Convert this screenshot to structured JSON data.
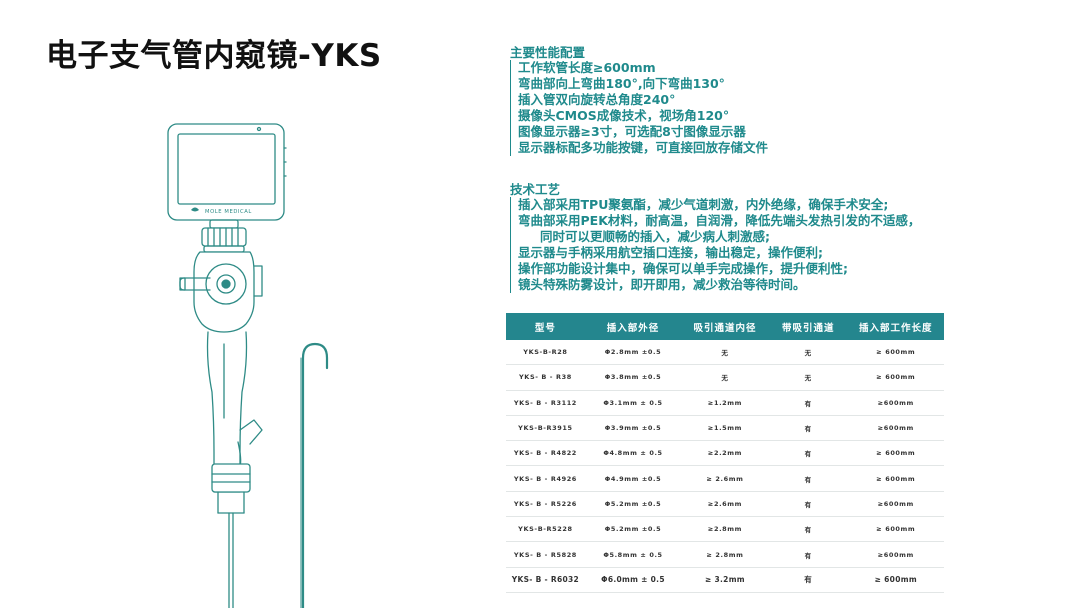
{
  "page": {
    "title": "电子支气管内窥镜-YKS"
  },
  "device": {
    "brand_label": "MOLE MEDICAL"
  },
  "performance": {
    "heading": "主要性能配置",
    "items": [
      "工作软管长度≥600mm",
      "弯曲部向上弯曲180°,向下弯曲130°",
      "插入管双向旋转总角度240°",
      "摄像头CMOS成像技术，视场角120°",
      "图像显示器≥3寸，可选配8寸图像显示器",
      "显示器标配多功能按键，可直接回放存储文件"
    ]
  },
  "technology": {
    "heading": "技术工艺",
    "items": [
      "插入部采用TPU聚氨酯，减少气道刺激，内外绝缘，确保手术安全;",
      "弯曲部采用PEK材料，耐高温，自润滑，降低先端头发热引发的不适感，",
      "同时可以更顺畅的插入，减少病人刺激感;",
      "显示器与手柄采用航空插口连接，输出稳定，操作便利;",
      "操作部功能设计集中，确保可以单手完成操作，提升便利性;",
      "镜头特殊防雾设计，即开即用，减少救治等待时间。"
    ]
  },
  "spec_table": {
    "headers": [
      "型号",
      "插入部外径",
      "吸引通道内径",
      "带吸引通道",
      "插入部工作长度"
    ],
    "rows": [
      [
        "YKS-B-R28",
        "Φ2.8mm ±0.5",
        "无",
        "无",
        "≥ 600mm"
      ],
      [
        "YKS- B - R38",
        "Φ3.8mm ±0.5",
        "无",
        "无",
        "≥ 600mm"
      ],
      [
        "YKS- B - R3112",
        "Φ3.1mm ± 0.5",
        "≥1.2mm",
        "有",
        "≥600mm"
      ],
      [
        "YKS-B-R3915",
        "Φ3.9mm ±0.5",
        "≥1.5mm",
        "有",
        "≥600mm"
      ],
      [
        "YKS- B - R4822",
        "Φ4.8mm ± 0.5",
        "≥2.2mm",
        "有",
        "≥ 600mm"
      ],
      [
        "YKS- B - R4926",
        "Φ4.9mm ±0.5",
        "≥ 2.6mm",
        "有",
        "≥ 600mm"
      ],
      [
        "YKS- B - R5226",
        "Φ5.2mm ±0.5",
        "≥2.6mm",
        "有",
        "≥600mm"
      ],
      [
        "YKS-B-R5228",
        "Φ5.2mm ±0.5",
        "≥2.8mm",
        "有",
        "≥ 600mm"
      ],
      [
        "YKS- B - R5828",
        "Φ5.8mm ± 0.5",
        "≥ 2.8mm",
        "有",
        "≥600mm"
      ],
      [
        "YKS- B - R6032",
        "Φ6.0mm ± 0.5",
        "≥ 3.2mm",
        "有",
        "≥ 600mm"
      ]
    ]
  },
  "colors": {
    "accent": "#1f8a8c",
    "table_header": "#24868e",
    "device_outline": "#2e8b86"
  },
  "icons": [
    "bronchoscope-device-illustration",
    "brand-logo-icon"
  ]
}
